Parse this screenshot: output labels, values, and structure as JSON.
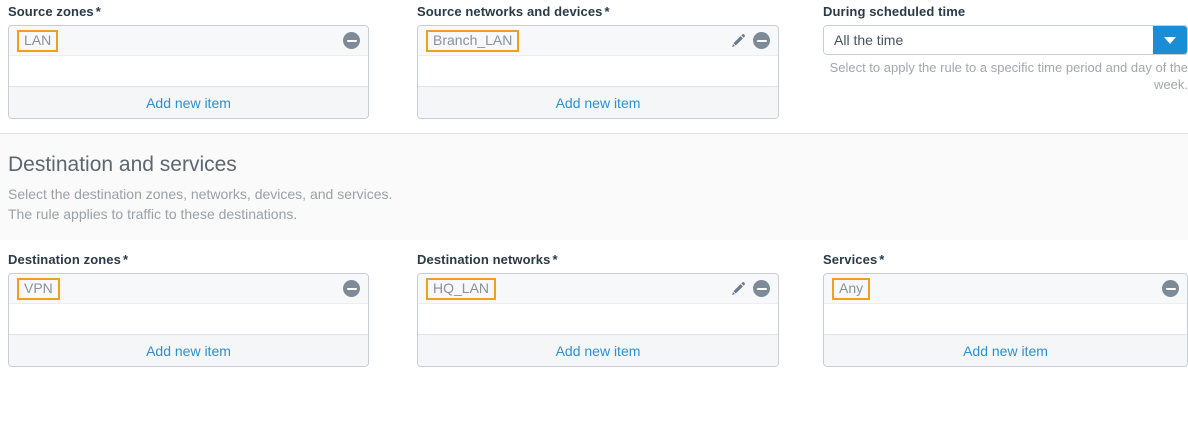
{
  "top_section": {
    "fields": [
      {
        "label": "Source zones",
        "required_marker": "*",
        "items": [
          {
            "value": "LAN",
            "has_edit": false,
            "has_remove": true
          }
        ],
        "add_label": "Add new item"
      },
      {
        "label": "Source networks and devices",
        "required_marker": "*",
        "items": [
          {
            "value": "Branch_LAN",
            "has_edit": true,
            "has_remove": true
          }
        ],
        "add_label": "Add new item"
      }
    ],
    "schedule": {
      "label": "During scheduled time",
      "selected": "All the time",
      "helper": "Select to apply the rule to a specific time period and day of the week.",
      "arrow_icon": "chevron-down-icon"
    }
  },
  "destination_section": {
    "title": "Destination and services",
    "description_line_1": "Select the destination zones, networks, devices, and services.",
    "description_line_2": "The rule applies to traffic to these destinations.",
    "fields": [
      {
        "label": "Destination zones",
        "required_marker": "*",
        "items": [
          {
            "value": "VPN",
            "has_edit": false,
            "has_remove": true
          }
        ],
        "add_label": "Add new item"
      },
      {
        "label": "Destination networks",
        "required_marker": "*",
        "items": [
          {
            "value": "HQ_LAN",
            "has_edit": true,
            "has_remove": true
          }
        ],
        "add_label": "Add new item"
      },
      {
        "label": "Services",
        "required_marker": "*",
        "items": [
          {
            "value": "Any",
            "has_edit": false,
            "has_remove": true
          }
        ],
        "add_label": "Add new item"
      }
    ]
  },
  "colors": {
    "chip_outline": "#f0a01e",
    "link_blue": "#2f8fcf",
    "dropdown_blue": "#1b8dd4",
    "icon_gray": "#7d8b98",
    "band_bg": "#fafafa"
  }
}
